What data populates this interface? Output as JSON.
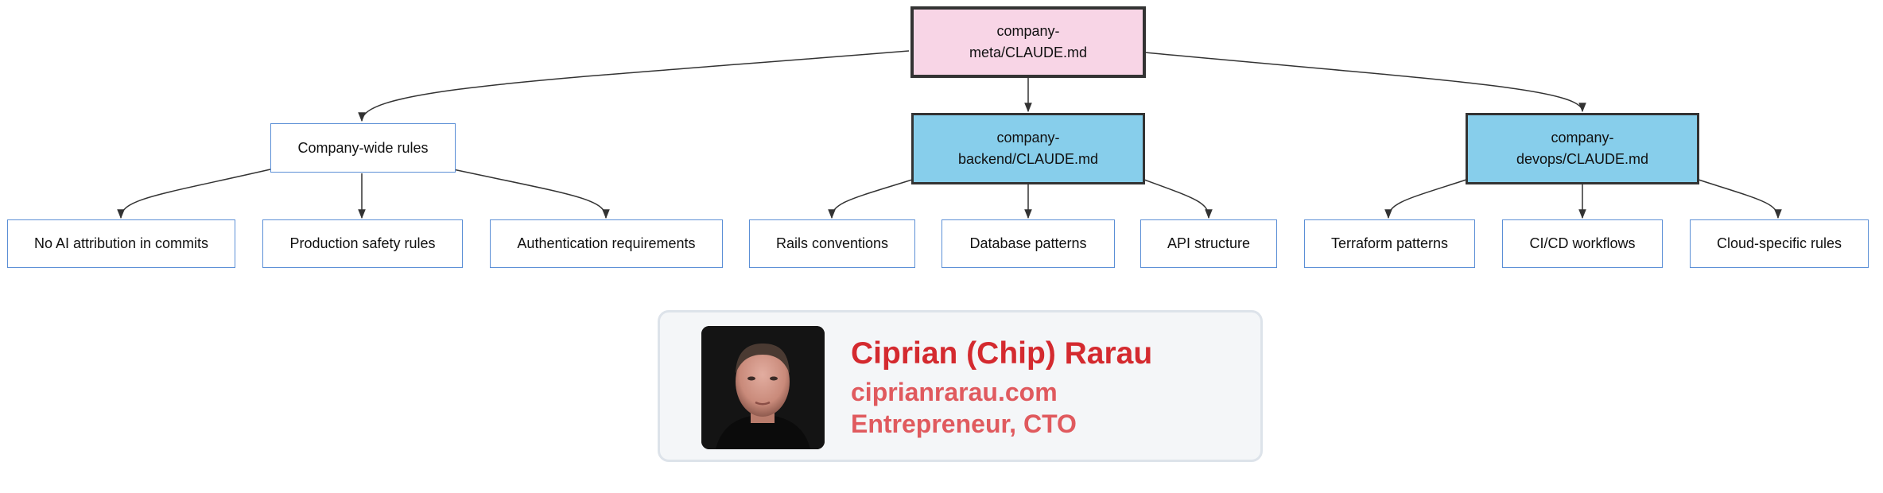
{
  "diagram": {
    "root": {
      "lines": [
        "company-",
        "meta/CLAUDE.md"
      ]
    },
    "company_wide": {
      "label": "Company-wide rules"
    },
    "backend": {
      "lines": [
        "company-",
        "backend/CLAUDE.md"
      ]
    },
    "devops": {
      "lines": [
        "company-",
        "devops/CLAUDE.md"
      ]
    },
    "leaves": {
      "no_ai_attribution": "No AI attribution in commits",
      "production_safety": "Production safety rules",
      "auth_requirements": "Authentication requirements",
      "rails_conventions": "Rails conventions",
      "database_patterns": "Database patterns",
      "api_structure": "API structure",
      "terraform_patterns": "Terraform patterns",
      "cicd_workflows": "CI/CD workflows",
      "cloud_rules": "Cloud-specific rules"
    },
    "colors": {
      "root_fill": "#f8d5e6",
      "sub_fill": "#87ceeb",
      "leaf_border": "#5b8fd6",
      "edge": "#333333"
    }
  },
  "profile": {
    "name": "Ciprian (Chip) Rarau",
    "website": "ciprianrarau.com",
    "role": "Entrepreneur, CTO",
    "photo": "portrait-photo",
    "colors": {
      "name": "#d42a2f",
      "details": "#e05a5e",
      "card_bg": "#f4f6f8"
    }
  }
}
